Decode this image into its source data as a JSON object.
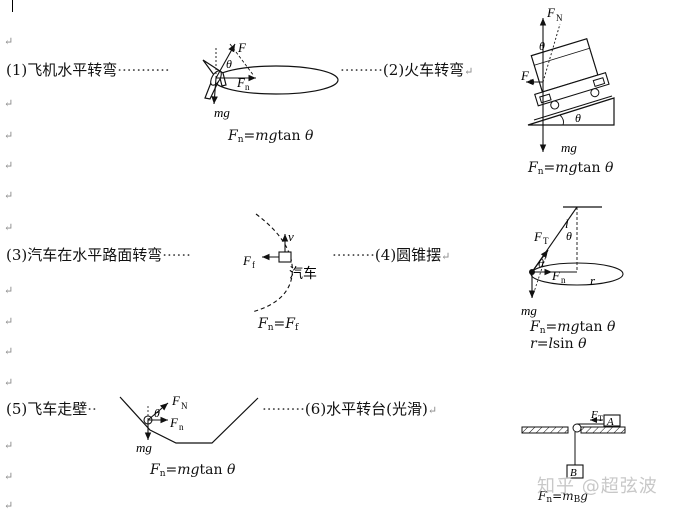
{
  "labels": {
    "l1": "(1)飞机水平转弯",
    "l2": "(2)火车转弯",
    "l3": "(3)汽车在水平路面转弯",
    "l4": "(4)圆锥摆",
    "l5": "(5)飞车走壁",
    "l6": "(6)水平转台(光滑)"
  },
  "leaders": {
    "dots1a": "···········",
    "dots1b": "·········",
    "dots3a": "······",
    "dots3b": "·········",
    "dots5a": "··",
    "dots5b": "·········"
  },
  "formulas": {
    "f1": {
      "lhs": "F",
      "sub": "n",
      "rhs_var": "mg",
      "rhs": "tan",
      "angle": "θ"
    },
    "f2": {
      "lhs": "F",
      "sub": "n",
      "rhs_var": "mg",
      "rhs": "tan",
      "angle": "θ"
    },
    "f3": {
      "lhs": "F",
      "sub": "n",
      "eq": "=",
      "rhs_var": "F",
      "rhs_sub": "f"
    },
    "f4": {
      "lhs": "F",
      "sub": "n",
      "rhs_var": "mg",
      "rhs": "tan",
      "angle": "θ",
      "line2_lhs": "r",
      "line2_eq": "=",
      "line2_var": "l",
      "line2_fn": "sin",
      "line2_angle": "θ"
    },
    "f5": {
      "lhs": "F",
      "sub": "n",
      "rhs_var": "mg",
      "rhs": "tan",
      "angle": "θ"
    },
    "f6": {
      "lhs": "F",
      "sub": "n",
      "eq": "=",
      "rhs_var": "m",
      "rhs_sub": "B",
      "rhs_tail": "g"
    }
  },
  "diagram_text": {
    "F": "F",
    "mg": "mg",
    "theta": "θ",
    "n": "n",
    "N": "N",
    "f": "f",
    "v": "v",
    "T": "T",
    "car": "汽车",
    "l": "l",
    "r": "r",
    "A": "A",
    "B": "B"
  },
  "paragraph_mark": "↵",
  "watermark": "知乎 @超弦波"
}
